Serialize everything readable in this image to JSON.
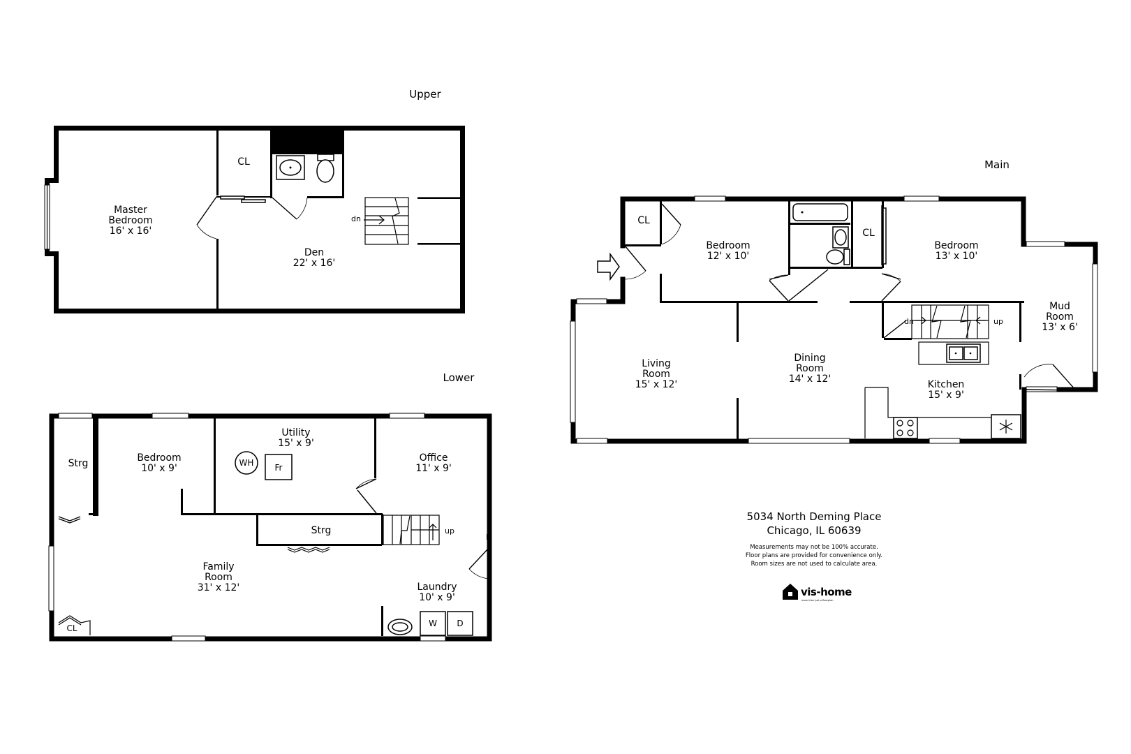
{
  "floors": {
    "upper": "Upper",
    "main": "Main",
    "lower": "Lower"
  },
  "upper": {
    "master_bedroom": {
      "name": [
        "Master",
        "Bedroom"
      ],
      "size": "16' x 16'"
    },
    "closet": "CL",
    "den": {
      "name": "Den",
      "size": "22' x 16'"
    },
    "stairs": "dn"
  },
  "main": {
    "closet_left": "CL",
    "bedroom_1": {
      "name": "Bedroom",
      "size": "12' x 10'"
    },
    "closet_mid": "CL",
    "bedroom_2": {
      "name": "Bedroom",
      "size": "13' x 10'"
    },
    "mud_room": {
      "name": [
        "Mud",
        "Room"
      ],
      "size": "13' x 6'"
    },
    "living_room": {
      "name": [
        "Living",
        "Room"
      ],
      "size": "15' x 12'"
    },
    "dining_room": {
      "name": [
        "Dining",
        "Room"
      ],
      "size": "14' x 12'"
    },
    "kitchen": {
      "name": "Kitchen",
      "size": "15' x 9'"
    },
    "stairs_down": "dn",
    "stairs_up": "up"
  },
  "lower": {
    "storage_left": "Strg",
    "bedroom": {
      "name": "Bedroom",
      "size": "10' x 9'"
    },
    "utility": {
      "name": "Utility",
      "size": "15' x 9'"
    },
    "water_heater": "WH",
    "furnace": "Fr",
    "office": {
      "name": "Office",
      "size": "11' x 9'"
    },
    "storage_mid": "Strg",
    "stairs": "up",
    "family_room": {
      "name": [
        "Family",
        "Room"
      ],
      "size": "31' x 12'"
    },
    "laundry": {
      "name": "Laundry",
      "size": "10' x 9'"
    },
    "washer": "W",
    "dryer": "D",
    "closet": "CL"
  },
  "address": {
    "line1": "5034 North Deming Place",
    "line2": "Chicago, IL 60639"
  },
  "disclaimer": [
    "Measurements may not be 100% accurate.",
    "Floor plans are provided for convenience only.",
    "Room sizes are not used to calculate area."
  ],
  "brand": {
    "name": "vis-home",
    "tagline": "more than just a floorplan"
  }
}
